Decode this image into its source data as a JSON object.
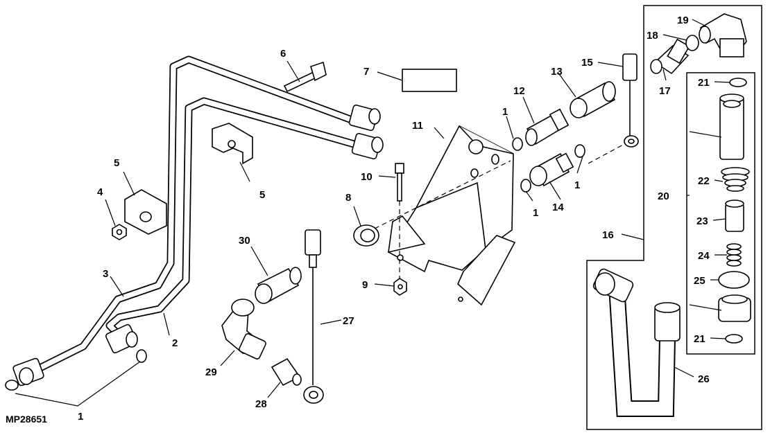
{
  "figure_id": "MP28651",
  "callouts": [
    "1",
    "2",
    "3",
    "4",
    "5",
    "6",
    "7",
    "8",
    "9",
    "10",
    "11",
    "12",
    "13",
    "14",
    "15",
    "16",
    "17",
    "18",
    "19",
    "20",
    "21",
    "22",
    "23",
    "24",
    "25",
    "26",
    "27",
    "28",
    "29",
    "30"
  ]
}
